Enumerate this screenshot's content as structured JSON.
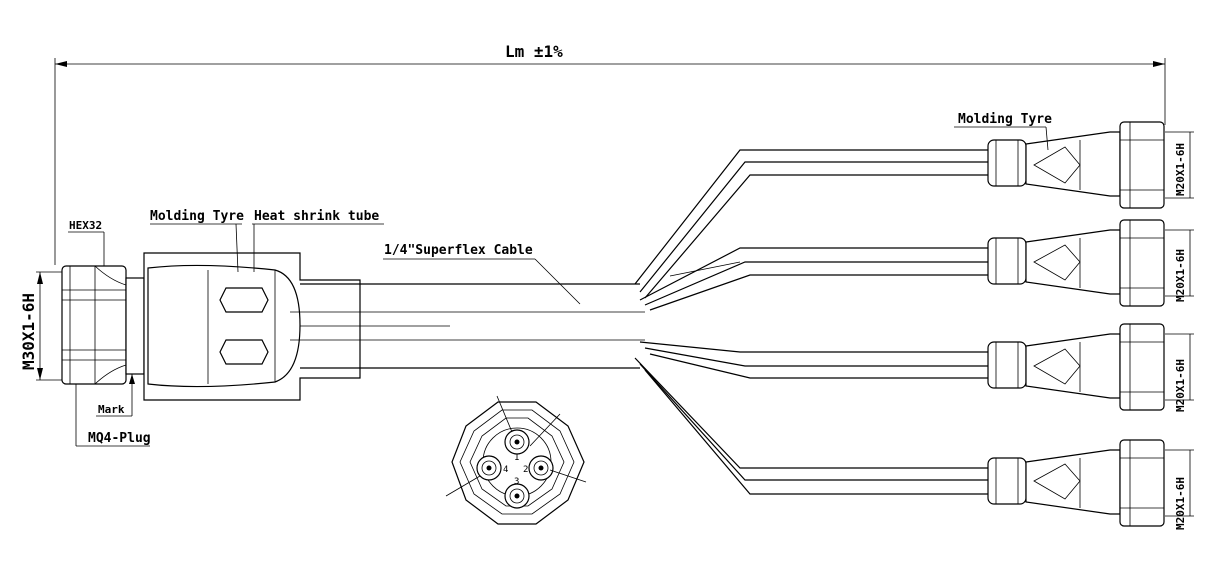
{
  "overall_length": "Lm ±1%",
  "main_plug": {
    "thread": "M30X1-6H",
    "hex": "HEX32",
    "plug_name": "MQ4-Plug",
    "mark": "Mark",
    "molding": "Molding Tyre",
    "heat_shrink": "Heat shrink tube"
  },
  "cable": "1/4\"Superflex Cable",
  "branch_molding": "Molding Tyre",
  "branches": [
    {
      "thread": "M20X1-6H"
    },
    {
      "thread": "M20X1-6H"
    },
    {
      "thread": "M20X1-6H"
    },
    {
      "thread": "M20X1-6H"
    }
  ],
  "pin_view": {
    "pins": [
      "1",
      "2",
      "3",
      "4"
    ]
  }
}
